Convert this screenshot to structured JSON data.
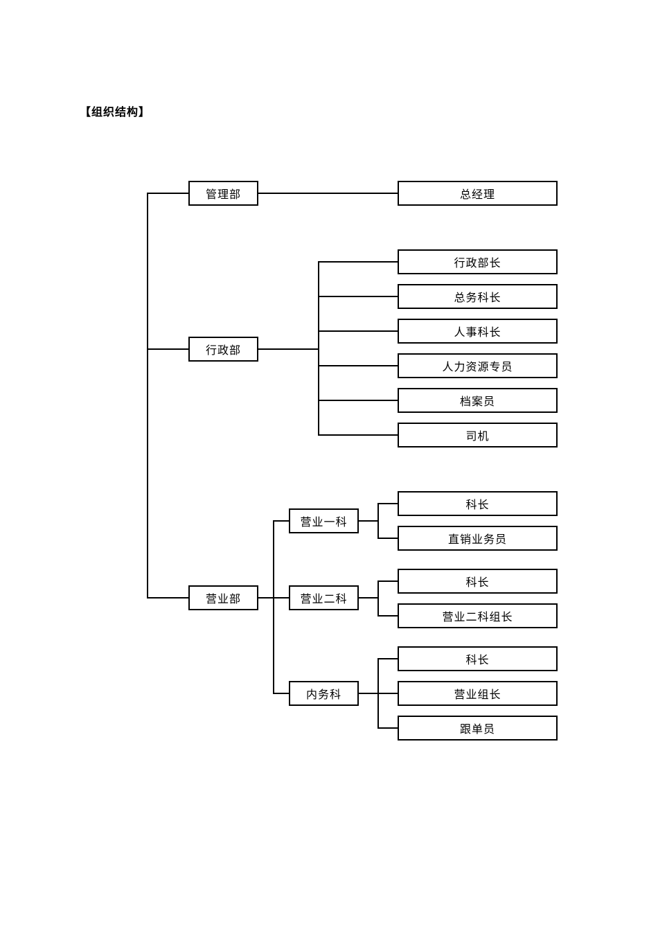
{
  "page_title": "【组织结构】",
  "org_chart": {
    "type": "org-tree",
    "line_color": "#000000",
    "box_border_color": "#000000",
    "departments": [
      {
        "label": "管理部",
        "children": [
          {
            "label": "总经理"
          }
        ]
      },
      {
        "label": "行政部",
        "children": [
          {
            "label": "行政部长"
          },
          {
            "label": "总务科长"
          },
          {
            "label": "人事科长"
          },
          {
            "label": "人力资源专员"
          },
          {
            "label": "档案员"
          },
          {
            "label": "司机"
          }
        ]
      },
      {
        "label": "营业部",
        "sections": [
          {
            "label": "营业一科",
            "children": [
              {
                "label": "科长"
              },
              {
                "label": "直销业务员"
              }
            ]
          },
          {
            "label": "营业二科",
            "children": [
              {
                "label": "科长"
              },
              {
                "label": "营业二科组长"
              }
            ]
          },
          {
            "label": "内务科",
            "children": [
              {
                "label": "科长"
              },
              {
                "label": "营业组长"
              },
              {
                "label": "跟单员"
              }
            ]
          }
        ]
      }
    ]
  }
}
